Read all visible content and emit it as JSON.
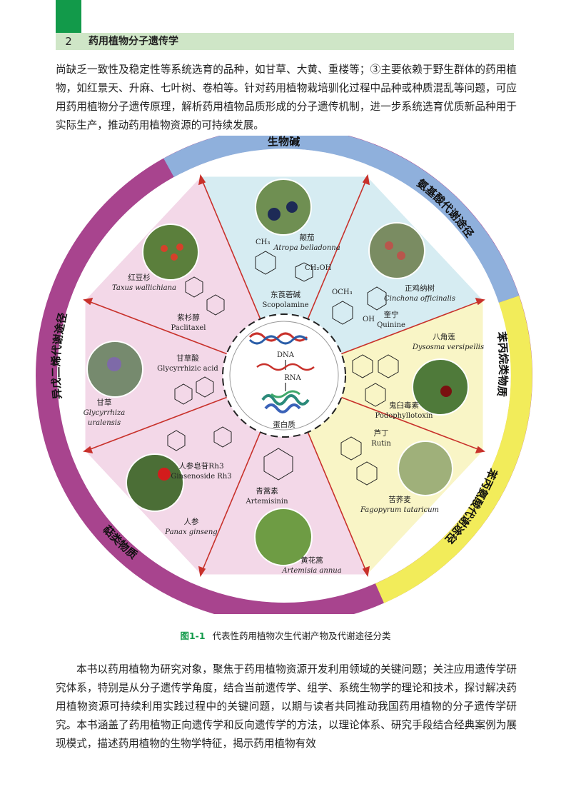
{
  "header": {
    "page_number": "2",
    "book_title": "药用植物分子遗传学"
  },
  "top_paragraph": "尚缺乏一致性及稳定性等系统选育的品种，如甘草、大黄、重楼等；③主要依赖于野生群体的药用植物，如红景天、升麻、七叶树、卷柏等。针对药用植物栽培驯化过程中品种或种质混乱等问题，可应用药用植物分子遗传原理，解析药用植物品质形成的分子遗传机制，进一步系统选育优质新品种用于实际生产，推动药用植物资源的可持续发展。",
  "figure": {
    "ring_labels": {
      "alkaloid": "生物碱",
      "amino_acid": "氨基酸代谢途径",
      "phenylpropanoid": "苯丙烷类物质",
      "phenylalanine": "苯丙氨酸代谢途径",
      "terpenoid": "萜类物质",
      "isoprenoid": "异戊二烯代谢途径"
    },
    "center": {
      "dna": "DNA",
      "rna": "RNA",
      "protein": "蛋白质"
    },
    "segments": {
      "atropa": {
        "cn": "颠茄",
        "latin": "Atropa belladonna",
        "compound_cn": "东莨菪碱",
        "compound_en": "Scopolamine",
        "sub1": "CH₃",
        "sub2": "CH₂OH"
      },
      "cinchona": {
        "cn": "正鸡纳树",
        "latin": "Cinchona officinalis",
        "compound_cn": "奎宁",
        "compound_en": "Quinine",
        "sub1": "OCH₃",
        "sub2": "OH"
      },
      "dysosma": {
        "cn": "八角莲",
        "latin": "Dysosma versipellis",
        "compound_cn": "鬼臼毒素",
        "compound_en": "Podophyllotoxin"
      },
      "fagopyrum": {
        "cn": "苦荞麦",
        "latin": "Fagopyrum tataricum",
        "compound_cn": "芦丁",
        "compound_en": "Rutin"
      },
      "artemisia": {
        "cn": "黄花蒿",
        "latin": "Artemisia annua",
        "compound_cn": "青蒿素",
        "compound_en": "Artemisinin"
      },
      "panax": {
        "cn": "人参",
        "latin": "Panax ginseng",
        "compound_cn": "人参皂苷Rh3",
        "compound_en": "Ginsenoside Rh3"
      },
      "glycyrrhiza": {
        "cn": "甘草",
        "latin1": "Glycyrrhiza",
        "latin2": "uralensis",
        "compound_cn": "甘草酸",
        "compound_en": "Glycyrrhizic acid"
      },
      "taxus": {
        "cn": "红豆杉",
        "latin": "Taxus wallichiana",
        "compound_cn": "紫杉醇",
        "compound_en": "Paclitaxel"
      }
    },
    "colors": {
      "ring_blue": "#8fb0dc",
      "ring_yellow": "#f2ec5a",
      "ring_purple": "#a8448e",
      "fill_blue": "#d6ecf2",
      "fill_yellow": "#f9f5c6",
      "fill_pink": "#f3d8e8",
      "arrow_red": "#c8312b"
    }
  },
  "caption": {
    "number": "图1-1",
    "text": "代表性药用植物次生代谢产物及代谢途径分类"
  },
  "bottom_paragraph": "本书以药用植物为研究对象，聚焦于药用植物资源开发利用领域的关键问题；关注应用遗传学研究体系，特别是从分子遗传学角度，结合当前遗传学、组学、系统生物学的理论和技术，探讨解决药用植物资源可持续利用实践过程中的关键问题，以期与读者共同推动我国药用植物的分子遗传学研究。本书涵盖了药用植物正向遗传学和反向遗传学的方法，以理论体系、研究手段结合经典案例为展现模式，描述药用植物的生物学特征，揭示药用植物有效"
}
